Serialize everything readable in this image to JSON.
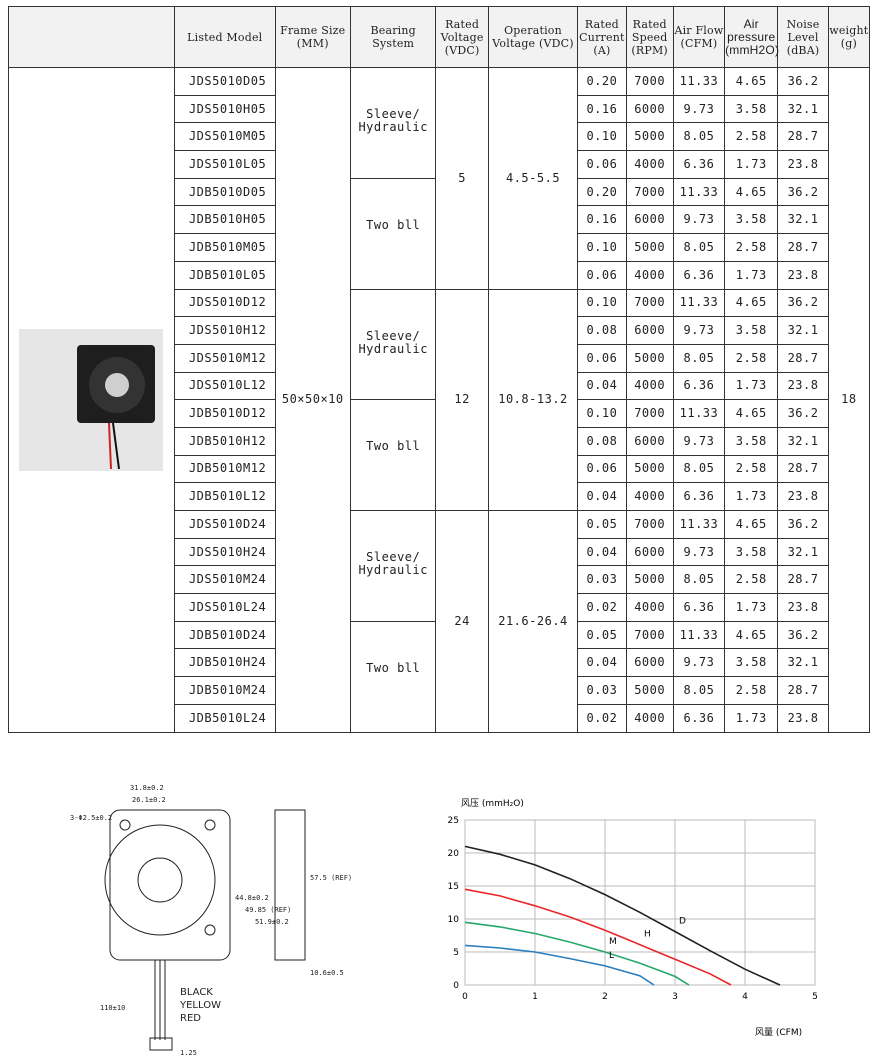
{
  "table": {
    "headers": {
      "model": "Listed Model",
      "frame": [
        "Frame Size",
        "(MM)"
      ],
      "bearing": [
        "Bearing",
        "System"
      ],
      "rated_voltage": [
        "Rated",
        "Voltage",
        "(VDC)"
      ],
      "op_voltage": [
        "Operation",
        "Voltage (VDC)"
      ],
      "current": [
        "Rated",
        "Current",
        "(A)"
      ],
      "speed": [
        "Rated",
        "Speed",
        "(RPM)"
      ],
      "airflow": [
        "Air Flow",
        "(CFM)"
      ],
      "pressure": [
        "Air",
        "pressure",
        "(mmH2O)"
      ],
      "noise": [
        "Noise",
        "Level",
        "(dBA)"
      ],
      "weight": [
        "weight",
        "(g)"
      ]
    },
    "frame_size": "50×50×10",
    "weight": "18",
    "groups": [
      {
        "rated_voltage": "5",
        "op_voltage": "4.5-5.5",
        "bearings": [
          {
            "label": [
              "Sleeve/",
              "Hydraulic"
            ]
          },
          {
            "label": [
              "Two bll"
            ]
          }
        ]
      },
      {
        "rated_voltage": "12",
        "op_voltage": "10.8-13.2",
        "bearings": [
          {
            "label": [
              "Sleeve/",
              "Hydraulic"
            ]
          },
          {
            "label": [
              "Two bll"
            ]
          }
        ]
      },
      {
        "rated_voltage": "24",
        "op_voltage": "21.6-26.4",
        "bearings": [
          {
            "label": [
              "Sleeve/",
              "Hydraulic"
            ]
          },
          {
            "label": [
              "Two bll"
            ]
          }
        ]
      }
    ],
    "rows": [
      [
        "JDS5010D05",
        "0.20",
        "7000",
        "11.33",
        "4.65",
        "36.2"
      ],
      [
        "JDS5010H05",
        "0.16",
        "6000",
        "9.73",
        "3.58",
        "32.1"
      ],
      [
        "JDS5010M05",
        "0.10",
        "5000",
        "8.05",
        "2.58",
        "28.7"
      ],
      [
        "JDS5010L05",
        "0.06",
        "4000",
        "6.36",
        "1.73",
        "23.8"
      ],
      [
        "JDB5010D05",
        "0.20",
        "7000",
        "11.33",
        "4.65",
        "36.2"
      ],
      [
        "JDB5010H05",
        "0.16",
        "6000",
        "9.73",
        "3.58",
        "32.1"
      ],
      [
        "JDB5010M05",
        "0.10",
        "5000",
        "8.05",
        "2.58",
        "28.7"
      ],
      [
        "JDB5010L05",
        "0.06",
        "4000",
        "6.36",
        "1.73",
        "23.8"
      ],
      [
        "JDS5010D12",
        "0.10",
        "7000",
        "11.33",
        "4.65",
        "36.2"
      ],
      [
        "JDS5010H12",
        "0.08",
        "6000",
        "9.73",
        "3.58",
        "32.1"
      ],
      [
        "JDS5010M12",
        "0.06",
        "5000",
        "8.05",
        "2.58",
        "28.7"
      ],
      [
        "JDS5010L12",
        "0.04",
        "4000",
        "6.36",
        "1.73",
        "23.8"
      ],
      [
        "JDB5010D12",
        "0.10",
        "7000",
        "11.33",
        "4.65",
        "36.2"
      ],
      [
        "JDB5010H12",
        "0.08",
        "6000",
        "9.73",
        "3.58",
        "32.1"
      ],
      [
        "JDB5010M12",
        "0.06",
        "5000",
        "8.05",
        "2.58",
        "28.7"
      ],
      [
        "JDB5010L12",
        "0.04",
        "4000",
        "6.36",
        "1.73",
        "23.8"
      ],
      [
        "JDS5010D24",
        "0.05",
        "7000",
        "11.33",
        "4.65",
        "36.2"
      ],
      [
        "JDS5010H24",
        "0.04",
        "6000",
        "9.73",
        "3.58",
        "32.1"
      ],
      [
        "JDS5010M24",
        "0.03",
        "5000",
        "8.05",
        "2.58",
        "28.7"
      ],
      [
        "JDS5010L24",
        "0.02",
        "4000",
        "6.36",
        "1.73",
        "23.8"
      ],
      [
        "JDB5010D24",
        "0.05",
        "7000",
        "11.33",
        "4.65",
        "36.2"
      ],
      [
        "JDB5010H24",
        "0.04",
        "6000",
        "9.73",
        "3.58",
        "32.1"
      ],
      [
        "JDB5010M24",
        "0.03",
        "5000",
        "8.05",
        "2.58",
        "28.7"
      ],
      [
        "JDB5010L24",
        "0.02",
        "4000",
        "6.36",
        "1.73",
        "23.8"
      ]
    ]
  },
  "drawing": {
    "dims": [
      "31.8±0.2",
      "26.1±0.2",
      "3-Φ2.5±0.2",
      "44.8±0.2",
      "49.85 (REF)",
      "51.9±0.2",
      "57.5 (REF)",
      "10.6±0.5",
      "110±10",
      "1.25"
    ],
    "wires": [
      "BLACK",
      "YELLOW",
      "RED"
    ]
  },
  "chart_data": {
    "type": "line",
    "ylabel": "风压 (mmH₂O)",
    "xlabel": "风量 (CFM)",
    "xlim": [
      0,
      5
    ],
    "ylim": [
      0,
      25
    ],
    "x_ticks": [
      "0",
      "1",
      "2",
      "3",
      "4",
      "5"
    ],
    "y_ticks": [
      "0",
      "5",
      "10",
      "15",
      "20",
      "25"
    ],
    "series": [
      {
        "name": "D",
        "color": "#222222",
        "points": [
          [
            0,
            21
          ],
          [
            0.5,
            19.8
          ],
          [
            1,
            18.2
          ],
          [
            1.5,
            16.1
          ],
          [
            2,
            13.7
          ],
          [
            2.5,
            11
          ],
          [
            3,
            8.1
          ],
          [
            3.5,
            5.2
          ],
          [
            4,
            2.4
          ],
          [
            4.5,
            0
          ]
        ]
      },
      {
        "name": "H",
        "color": "#e8262a",
        "points": [
          [
            0,
            14.5
          ],
          [
            0.5,
            13.5
          ],
          [
            1,
            12
          ],
          [
            1.5,
            10.3
          ],
          [
            2,
            8.3
          ],
          [
            2.5,
            6.1
          ],
          [
            3,
            3.9
          ],
          [
            3.5,
            1.7
          ],
          [
            3.8,
            0
          ]
        ]
      },
      {
        "name": "M",
        "color": "#27a86b",
        "points": [
          [
            0,
            9.5
          ],
          [
            0.5,
            8.8
          ],
          [
            1,
            7.8
          ],
          [
            1.5,
            6.5
          ],
          [
            2,
            5
          ],
          [
            2.5,
            3.3
          ],
          [
            3,
            1.3
          ],
          [
            3.2,
            0
          ]
        ]
      },
      {
        "name": "L",
        "color": "#2a7dbd",
        "points": [
          [
            0,
            6
          ],
          [
            0.5,
            5.6
          ],
          [
            1,
            5
          ],
          [
            1.5,
            4
          ],
          [
            2,
            2.9
          ],
          [
            2.5,
            1.4
          ],
          [
            2.7,
            0
          ]
        ]
      }
    ]
  }
}
